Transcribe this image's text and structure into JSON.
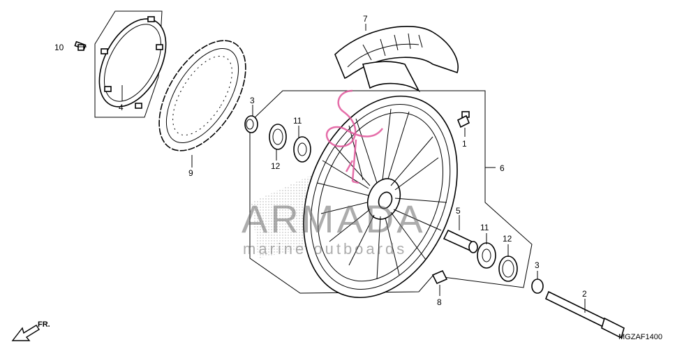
{
  "callouts": {
    "c1": "1",
    "c2": "2",
    "c3a": "3",
    "c3b": "3",
    "c4": "4",
    "c5": "5",
    "c6": "6",
    "c7": "7",
    "c8": "8",
    "c9": "9",
    "c10": "10",
    "c11a": "11",
    "c11b": "11",
    "c12a": "12",
    "c12b": "12"
  },
  "diagram_code": "MGZAF1400",
  "front_marker": "FR.",
  "watermark": {
    "brand": "ARMADA",
    "tagline": "marine outboards",
    "accent_color": "#e0559a"
  }
}
